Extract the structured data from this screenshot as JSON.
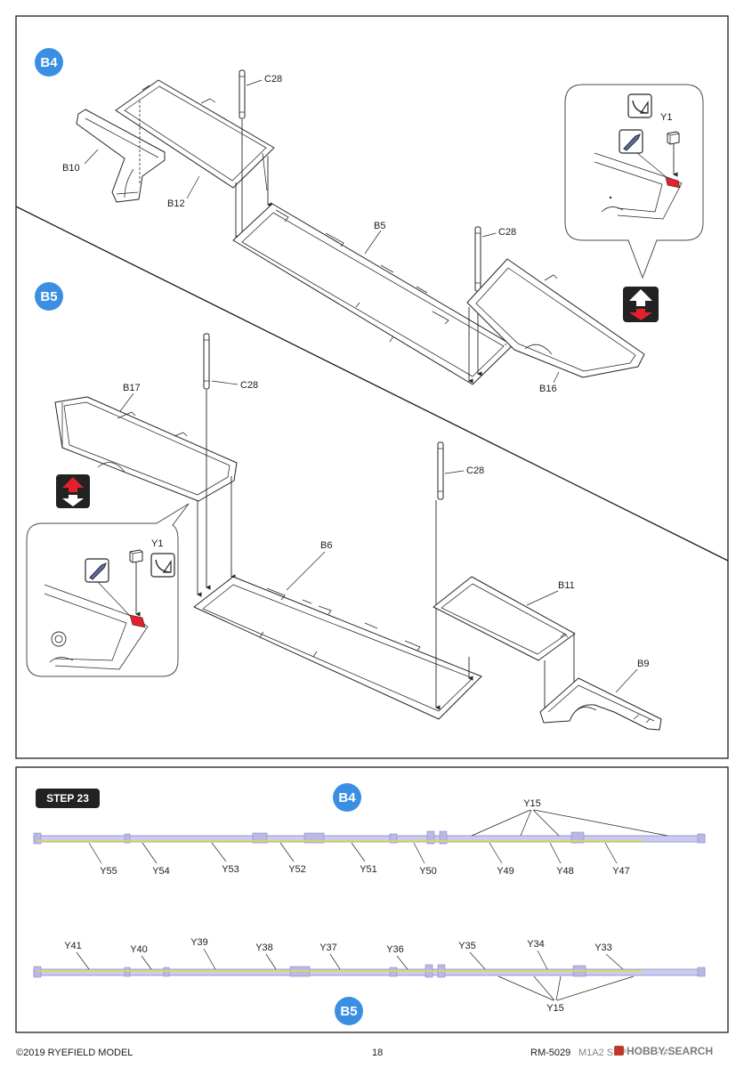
{
  "sub_step_b4": {
    "badge": "B4",
    "labels": {
      "c28_pin_top": "C28",
      "b10": "B10",
      "b12": "B12",
      "b5": "B5",
      "c28_pin_right": "C28",
      "b16": "B16"
    },
    "detail_inset": {
      "part_label": "Y1"
    }
  },
  "sub_step_b5": {
    "badge": "B5",
    "labels": {
      "b17": "B17",
      "c28_pin_left": "C28",
      "c28_pin_right": "C28",
      "b6": "B6",
      "b11": "B11",
      "b9": "B9"
    },
    "detail_inset": {
      "part_label": "Y1"
    }
  },
  "step_23": {
    "title": "STEP 23",
    "upper_sprue": {
      "badge": "B4",
      "gate_labels": [
        "Y55",
        "Y54",
        "Y53",
        "Y52",
        "Y51",
        "Y50",
        "Y49",
        "Y48",
        "Y47"
      ],
      "shared_label": "Y15"
    },
    "lower_sprue": {
      "badge": "B5",
      "gate_labels": [
        "Y41",
        "Y40",
        "Y39",
        "Y38",
        "Y37",
        "Y36",
        "Y35",
        "Y34",
        "Y33"
      ],
      "shared_label": "Y15"
    }
  },
  "footer": {
    "copyright": "©2019 RYEFIELD MODEL",
    "page_number": "18",
    "kit_code": "RM-5029",
    "kit_name": "M1A2 SEP V2 ABRAMS",
    "watermark": "HOBBY SEARCH"
  },
  "icons": {
    "cut_mark": "cut-off-gate-icon",
    "knife": "hobby-knife-icon",
    "flip": "flip-part-icon",
    "watermark_logo": "hobby-search-logo-icon"
  },
  "colors": {
    "badge_blue": "#3b8fe3",
    "step_badge": "#222222",
    "sprue_fill": "#cbcbf0",
    "sprue_stroke": "#8a8ac4",
    "gate_line": "#e6dc3c",
    "highlight_red": "#e3202c",
    "ink": "#222222"
  }
}
